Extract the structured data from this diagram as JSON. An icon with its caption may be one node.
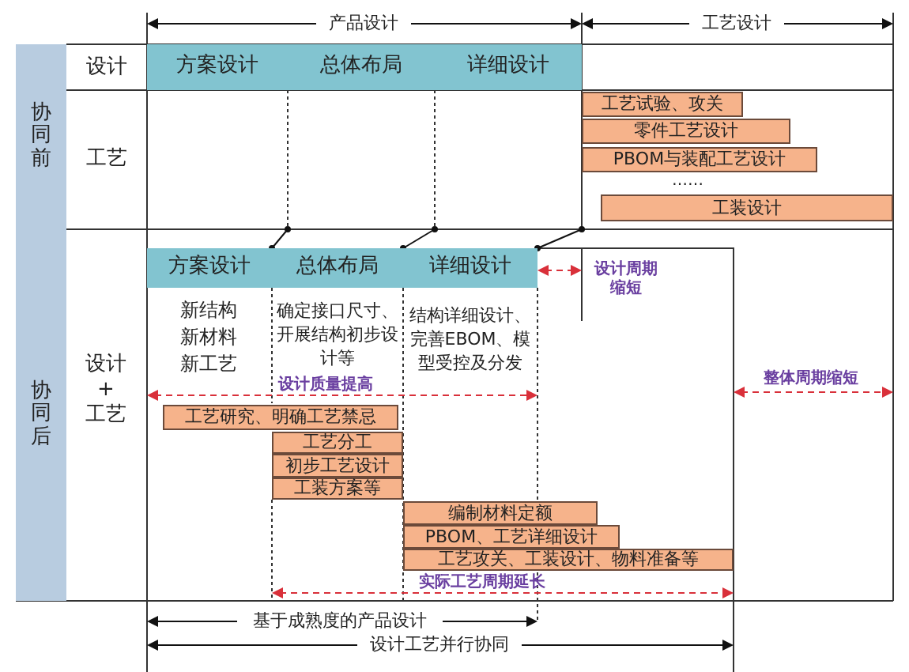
{
  "diagram": {
    "nodes": [
      {
        "text": [
          "协同前"
        ]
      },
      {
        "text": [
          "方案设计"
        ]
      },
      {
        "text": [
          "总体布局"
        ]
      },
      {
        "text": [
          "详细设计"
        ]
      },
      {
        "text": [
          "工艺试验、攻关"
        ]
      },
      {
        "text": [
          "零件工艺设计"
        ]
      },
      {
        "text": [
          "PBOM与装配工艺设计"
        ]
      },
      {
        "text": [
          "工装设计"
        ]
      },
      {
        "text": [
          "协同后"
        ]
      },
      {
        "text": [
          "方案设计"
        ]
      },
      {
        "text": [
          "总体布局"
        ]
      },
      {
        "text": [
          "详细设计"
        ]
      },
      {
        "text": [
          "工艺研究、明确工艺禁忌"
        ]
      },
      {
        "text": [
          "工艺分工"
        ]
      },
      {
        "text": [
          "初步工艺设计"
        ]
      },
      {
        "text": [
          "工装方案等"
        ]
      },
      {
        "text": [
          "编制材料定额"
        ]
      },
      {
        "text": [
          "PBOM、工艺详细设计"
        ]
      },
      {
        "text": [
          "工艺攻关、工装设计、物料准备等"
        ]
      }
    ],
    "labels": [
      "产品设计",
      "工艺设计",
      "设计",
      "工艺",
      "……",
      "设计周期缩短",
      "新结构",
      "新材料",
      "新工艺",
      "确定接口尺寸、开展结构初步设计等",
      "结构详细设计、完善EBOM、模型受控及分发",
      "设计 + 工艺",
      "设计质量提高",
      "整体周期缩短",
      "实际工艺周期延长",
      "基于成熟度的产品设计",
      "设计工艺并行协同"
    ]
  }
}
